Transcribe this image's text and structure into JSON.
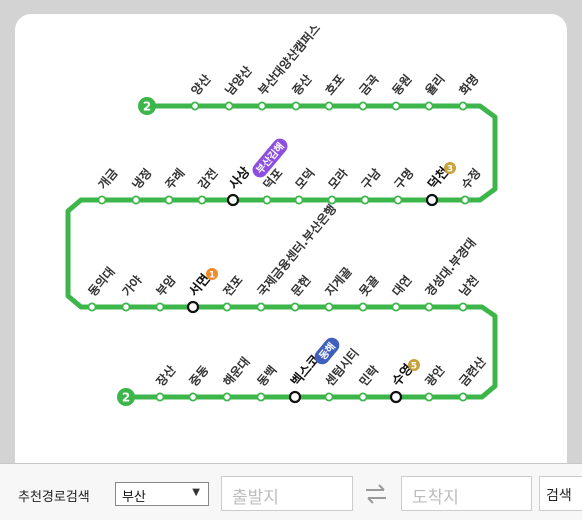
{
  "line": {
    "number": "2",
    "color": "#3cb54a"
  },
  "transfer_badges": {
    "busan_gimhae": {
      "text": "부산김해",
      "color": "#8d4fe0"
    },
    "line1": {
      "text": "1",
      "color": "#f28a2a"
    },
    "line3": {
      "text": "3",
      "color": "#c9a13a"
    },
    "line4": {
      "text": "동해",
      "color": "#3f5fbf"
    },
    "line5": {
      "text": "5",
      "color": "#c9a13a"
    }
  },
  "rows": [
    {
      "stations": [
        "양산",
        "남양산",
        "부산대양산캠퍼스",
        "증산",
        "호포",
        "금곡",
        "동원",
        "율리",
        "화명"
      ]
    },
    {
      "stations": [
        "개금",
        "냉정",
        "주례",
        "감전",
        "사상",
        "덕포",
        "모덕",
        "모라",
        "구남",
        "구명",
        "덕천",
        "수정"
      ]
    },
    {
      "stations": [
        "동의대",
        "가야",
        "부암",
        "서면",
        "전포",
        "국제금융센터.부산은행",
        "문현",
        "지게골",
        "못골",
        "대연",
        "경성대.부경대",
        "남천"
      ]
    },
    {
      "stations": [
        "장산",
        "중동",
        "해운대",
        "동백",
        "벡스코",
        "센텀시티",
        "민락",
        "수영",
        "광안",
        "금련산"
      ]
    }
  ],
  "search": {
    "label": "추천경로검색",
    "region": "부산",
    "from_placeholder": "출발지",
    "to_placeholder": "도착지",
    "button": "검색"
  }
}
